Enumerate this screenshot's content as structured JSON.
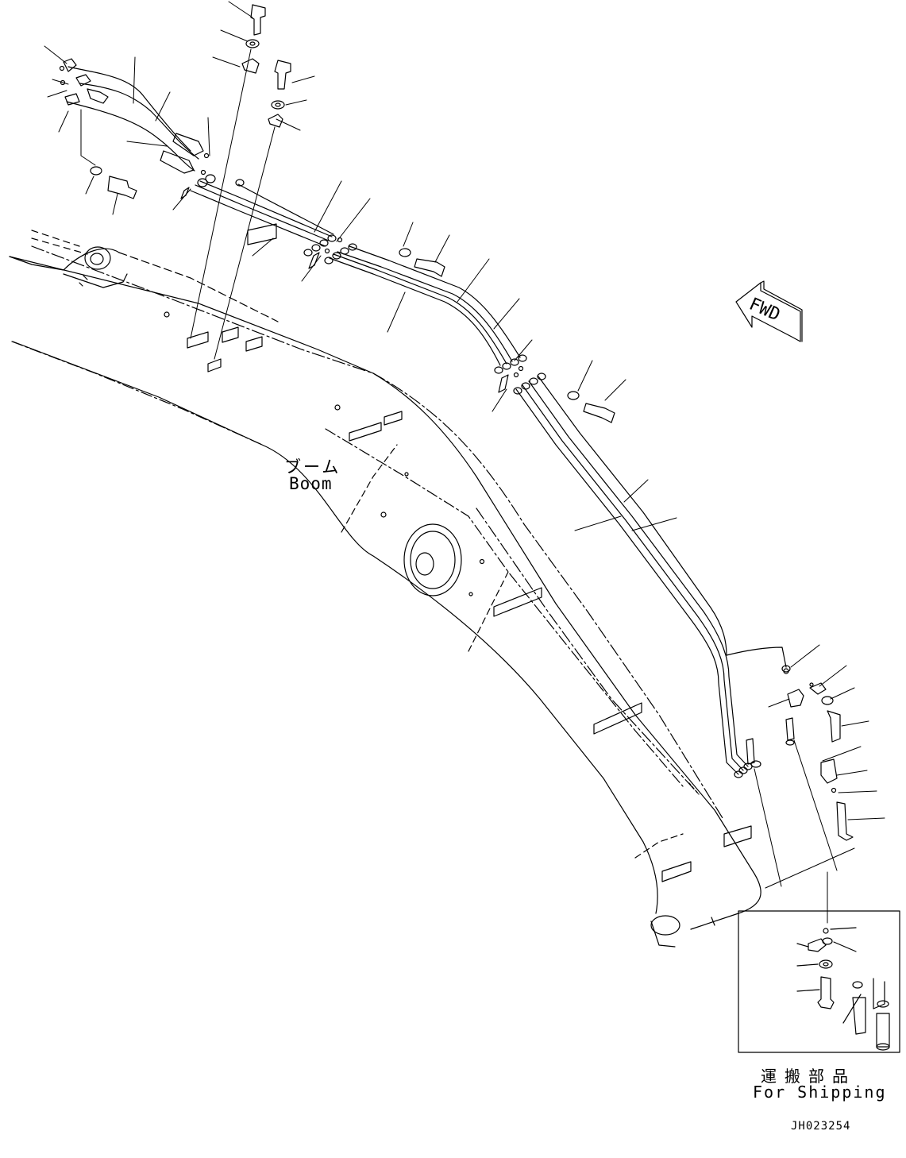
{
  "labels": {
    "boom_ja": "ブーム",
    "boom_en": "Boom",
    "fwd": "FWD",
    "shipping_ja": "運搬部品",
    "shipping_en": "For Shipping",
    "drawing_number": "JH023254"
  },
  "colors": {
    "line": "#000000",
    "background": "#ffffff"
  }
}
